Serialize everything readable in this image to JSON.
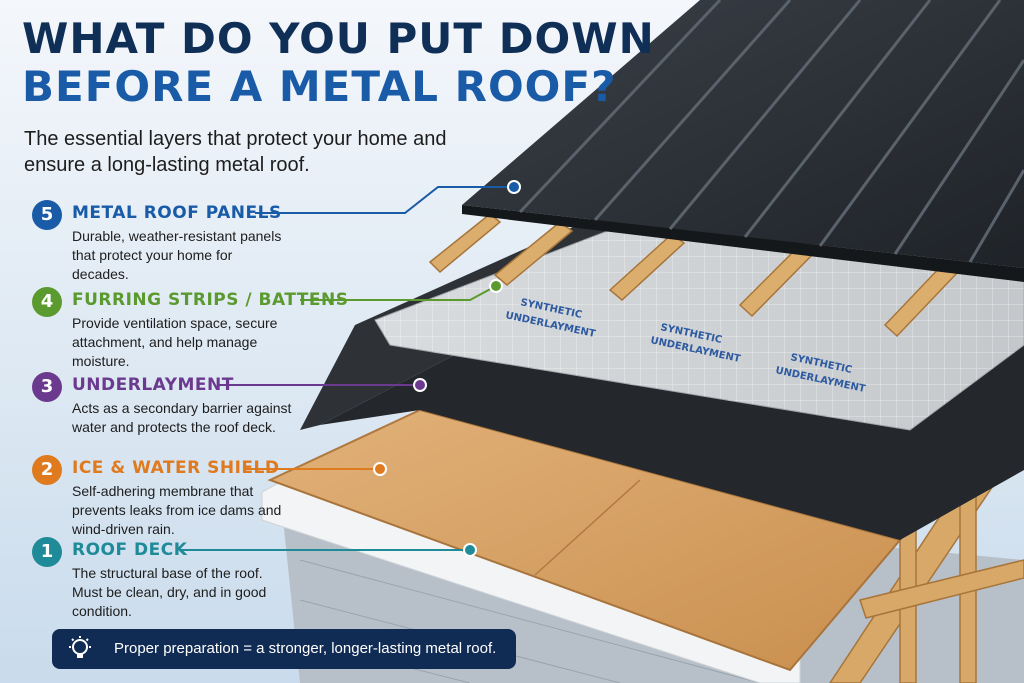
{
  "header": {
    "title_line1": "WHAT DO YOU PUT DOWN",
    "title_line2": "BEFORE A METAL ROOF?",
    "subtitle": "The essential layers that protect your home and ensure a long-lasting metal roof."
  },
  "layers": [
    {
      "number": "5",
      "title": "METAL ROOF PANELS",
      "description": "Durable, weather-resistant panels that protect your home for decades.",
      "color": "#1a5ba8"
    },
    {
      "number": "4",
      "title": "FURRING STRIPS / BATTENS",
      "description": "Provide ventilation space, secure attachment, and help manage moisture.",
      "color": "#5a9a2e"
    },
    {
      "number": "3",
      "title": "UNDERLAYMENT",
      "description": "Acts as a secondary barrier against water and protects the roof deck.",
      "color": "#6b3a8f"
    },
    {
      "number": "2",
      "title": "ICE & WATER SHIELD",
      "description": "Self-adhering membrane that prevents leaks from ice dams and wind-driven rain.",
      "color": "#e07a1f"
    },
    {
      "number": "1",
      "title": "ROOF DECK",
      "description": "The structural base of the roof. Must be clean, dry, and in good condition.",
      "color": "#1f8a98"
    }
  ],
  "illustration": {
    "underlayment_label_line1": "SYNTHETIC",
    "underlayment_label_line2": "UNDERLAYMENT",
    "icon": "house-roof-cutaway"
  },
  "tip": {
    "icon": "lightbulb-icon",
    "text": "Proper preparation = a stronger, longer-lasting metal roof."
  }
}
